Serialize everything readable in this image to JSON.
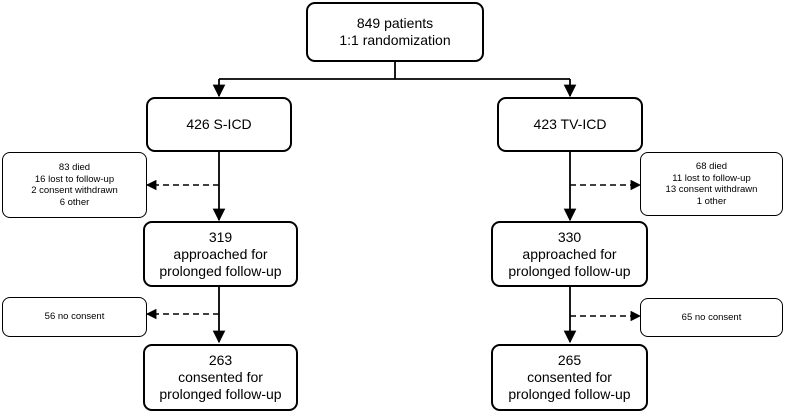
{
  "top": {
    "line1": "849 patients",
    "line2": "1:1 randomization"
  },
  "left": {
    "arm": "426 S-ICD",
    "excluded": [
      "83 died",
      "16 lost to follow-up",
      "2 consent withdrawn",
      "6 other"
    ],
    "approached": [
      "319",
      "approached for",
      "prolonged follow-up"
    ],
    "no_consent": "56 no consent",
    "consented": [
      "263",
      "consented for",
      "prolonged follow-up"
    ]
  },
  "right": {
    "arm": "423 TV-ICD",
    "excluded": [
      "68 died",
      "11 lost to follow-up",
      "13 consent withdrawn",
      "1 other"
    ],
    "approached": [
      "330",
      "approached for",
      "prolonged follow-up"
    ],
    "no_consent": "65 no consent",
    "consented": [
      "265",
      "consented for",
      "prolonged follow-up"
    ]
  }
}
